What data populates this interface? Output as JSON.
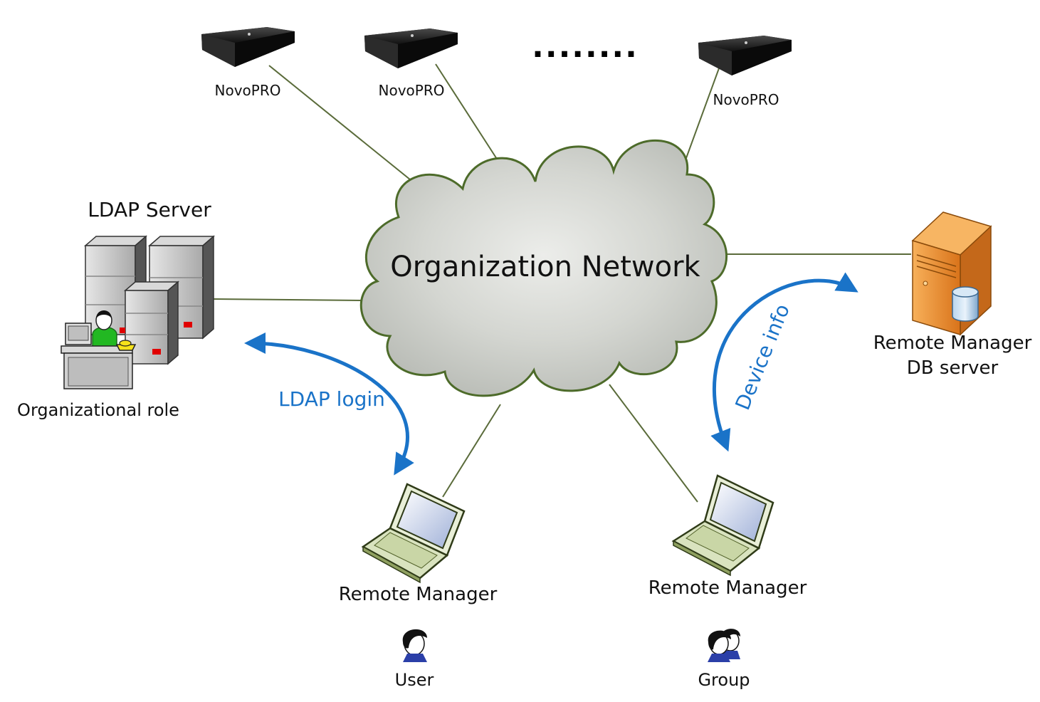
{
  "network": {
    "label": "Organization Network"
  },
  "devices": [
    {
      "label": "NovoPRO"
    },
    {
      "label": "NovoPRO"
    },
    {
      "label": "NovoPRO"
    }
  ],
  "ellipsis": "........",
  "ldap": {
    "title": "LDAP Server",
    "role": "Organizational role"
  },
  "db_server": {
    "line1": "Remote Manager",
    "line2": "DB server"
  },
  "flows": {
    "ldap_login": "LDAP login",
    "device_info": "Device info"
  },
  "managers": [
    {
      "label": "Remote Manager",
      "who": "User"
    },
    {
      "label": "Remote Manager",
      "who": "Group"
    }
  ],
  "colors": {
    "line": "#5a6b3a",
    "flow": "#1a73c8",
    "cloud_edge": "#4d6b2a",
    "cloud_fill": "#cfd2cc",
    "server_orange": "#f0922e"
  }
}
